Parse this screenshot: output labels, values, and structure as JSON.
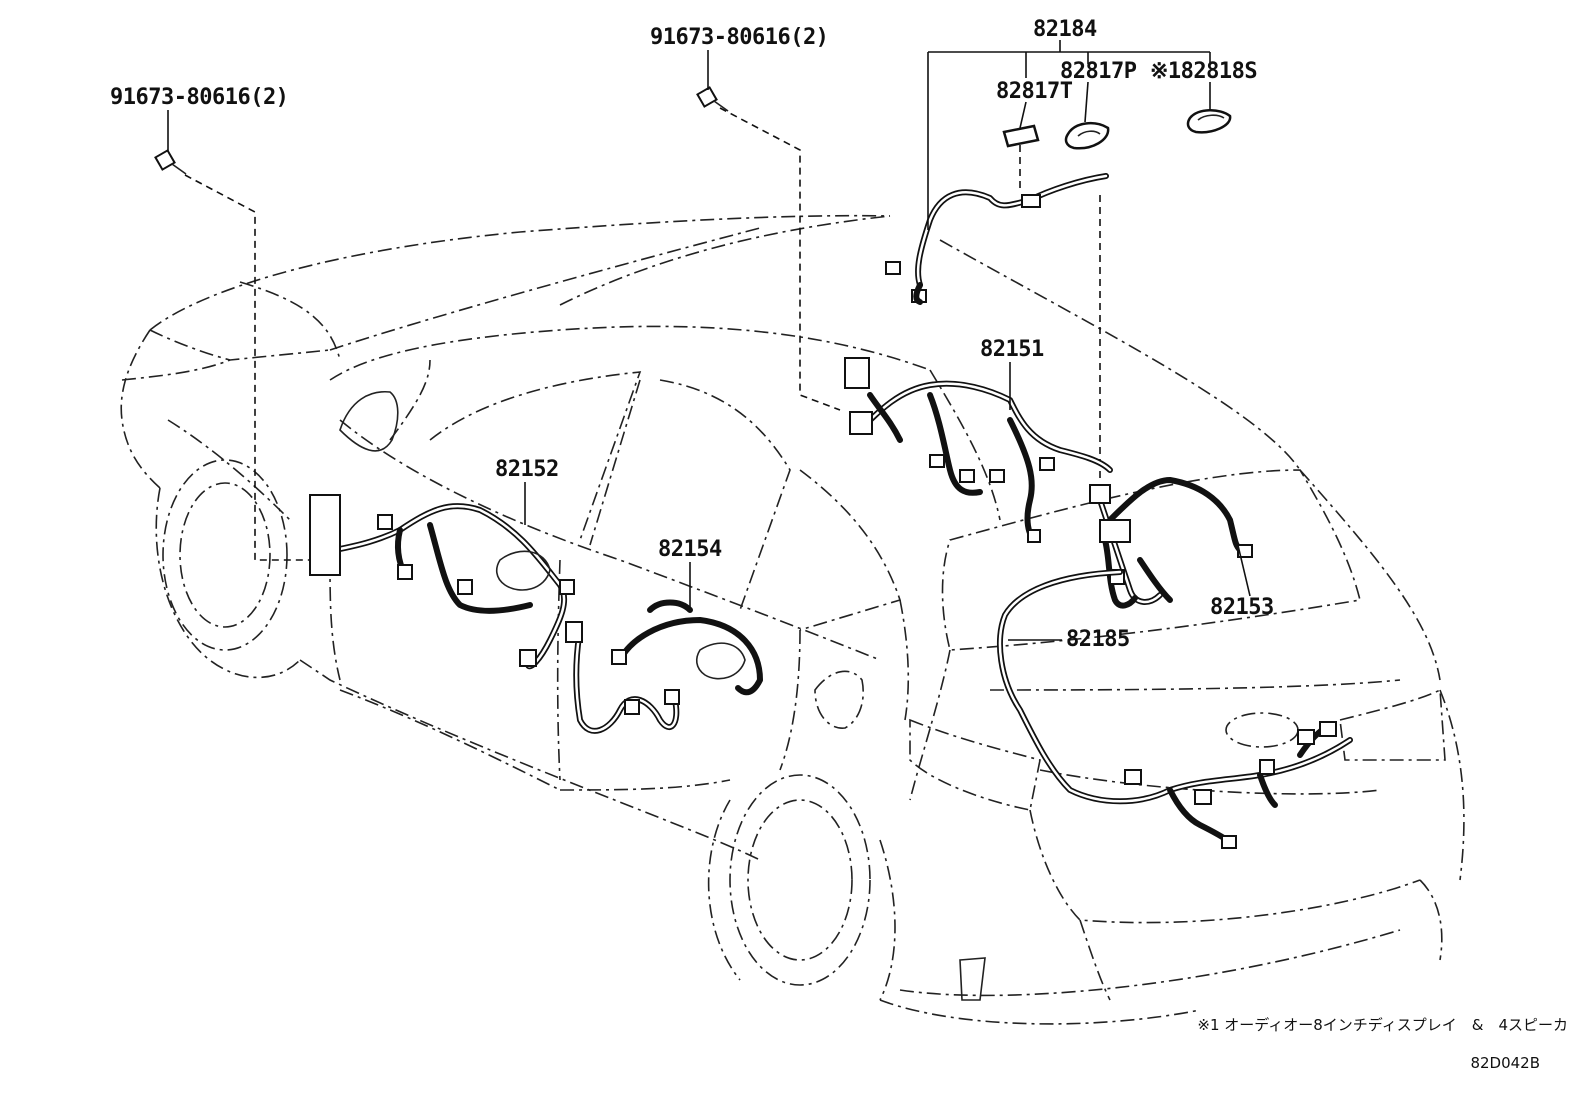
{
  "diagram": {
    "parts": [
      {
        "id": "bolt_left",
        "label": "91673-80616(2)"
      },
      {
        "id": "bolt_center",
        "label": "91673-80616(2)"
      },
      {
        "id": "p82184",
        "label": "82184"
      },
      {
        "id": "p82817T",
        "label": "82817T"
      },
      {
        "id": "p82817P",
        "label": "82817P"
      },
      {
        "id": "p82818S",
        "label": "※182818S"
      },
      {
        "id": "p82151",
        "label": "82151"
      },
      {
        "id": "p82152",
        "label": "82152"
      },
      {
        "id": "p82154",
        "label": "82154"
      },
      {
        "id": "p82153",
        "label": "82153"
      },
      {
        "id": "p82185",
        "label": "82185"
      }
    ],
    "note": "※1 オーディオー8インチディスプレイ　&　4スピーカ",
    "code": "82D042B"
  }
}
